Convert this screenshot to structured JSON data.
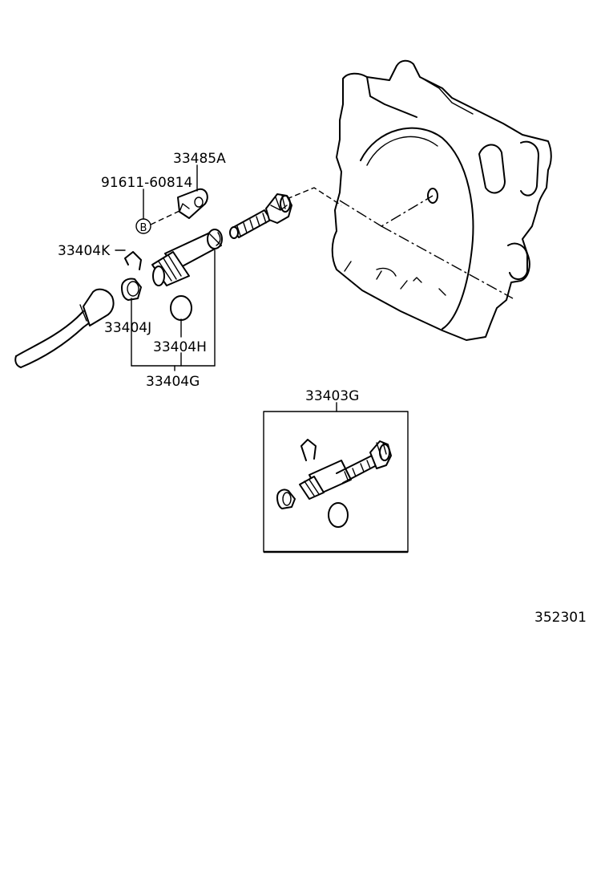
{
  "parts": {
    "label_33485A": "33485A",
    "label_91611_60814": "91611-60814",
    "bolt_marker": "B",
    "label_33404K": "33404K",
    "label_33404J": "33404J",
    "label_33404H": "33404H",
    "label_33404G": "33404G",
    "label_33403G": "33403G"
  },
  "diagram_id": "352301"
}
